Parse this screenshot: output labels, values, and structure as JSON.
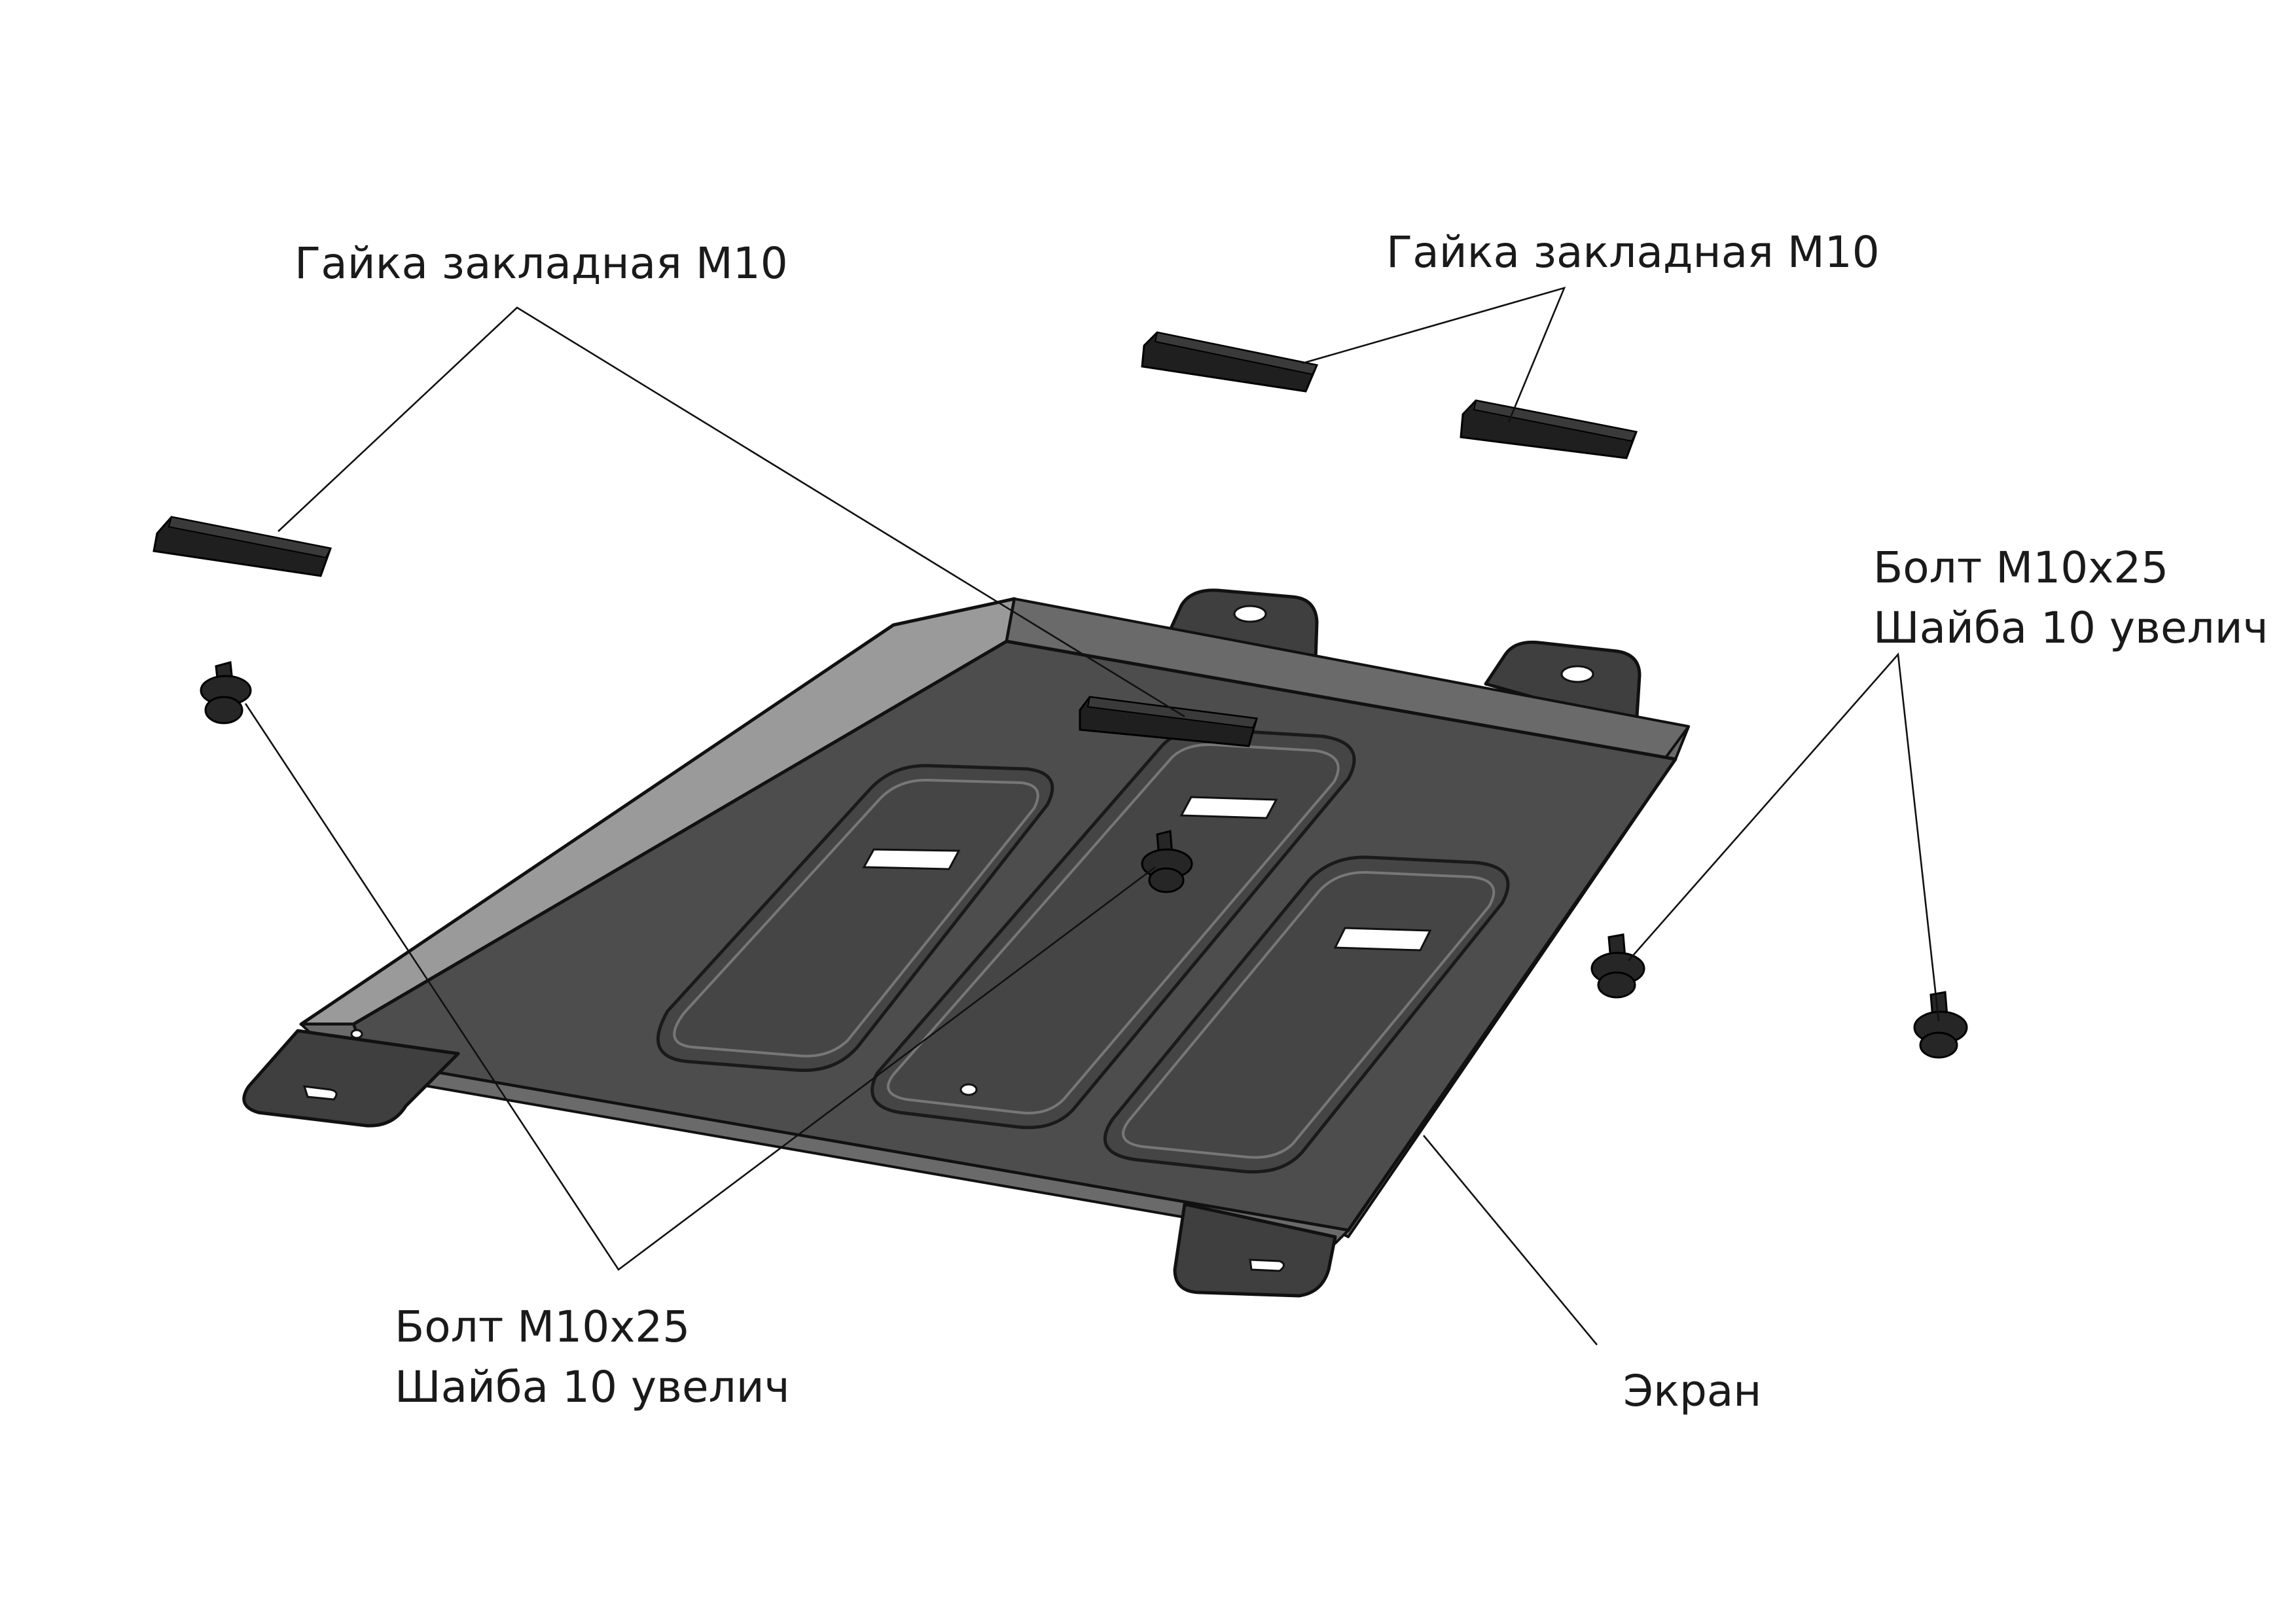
{
  "labels": {
    "nut_left": "Гайка закладная М10",
    "nut_right": "Гайка закладная М10",
    "bolt_right_line1": "Болт М10х25",
    "bolt_right_line2": "Шайба 10 увелич",
    "bolt_bottom_line1": "Болт М10х25",
    "bolt_bottom_line2": "Шайба 10 увелич",
    "screen": "Экран"
  },
  "colors": {
    "plate": "#4d4d4d",
    "plate_side": "#9a9a9a",
    "hardware": "#1f1f1f",
    "leader": "#111111",
    "background": "#ffffff"
  }
}
